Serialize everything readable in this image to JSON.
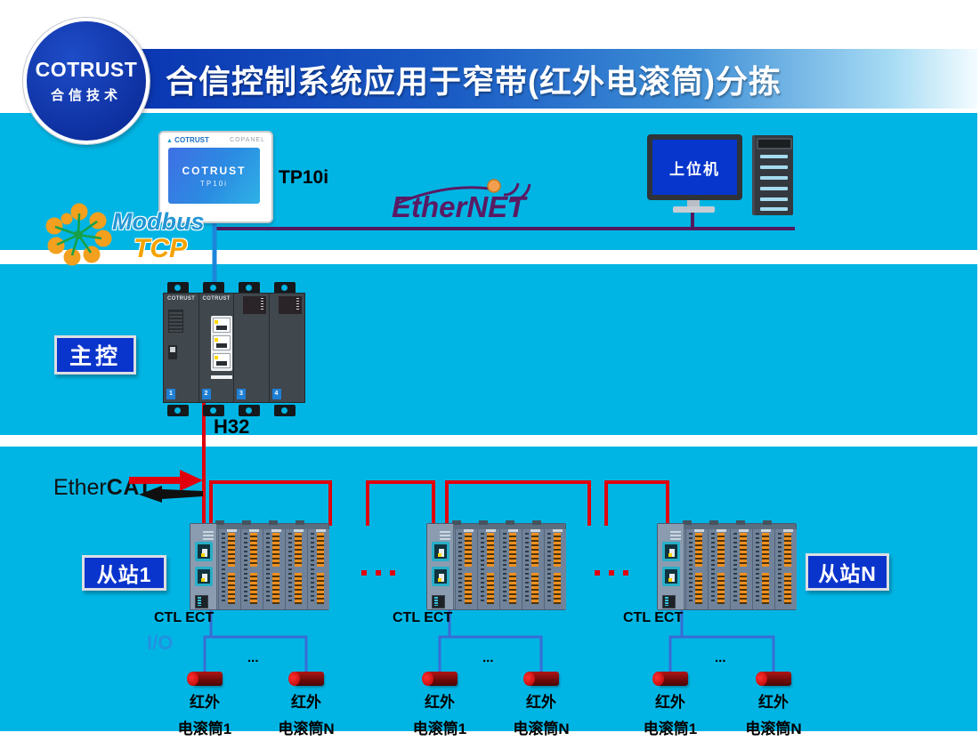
{
  "logo": {
    "brand": "COTRUST",
    "sub": "合信技术"
  },
  "banner": {
    "title": "合信控制系统应用于窄带(红外电滚筒)分拣"
  },
  "top_section": {
    "hmi": {
      "bezel_brand": "COTRUST",
      "bezel_mark": "▲",
      "bezel_right": "COPANEL",
      "screen_brand": "COTRUST",
      "screen_model": "TP10i",
      "label": "TP10i"
    },
    "ethernet_label": "EtherNET",
    "modbus": {
      "line1": "Modbus",
      "line2": "TCP"
    },
    "host_pc": {
      "label": "上位机"
    }
  },
  "master_section": {
    "master_label": "主控",
    "plc_brand": "COTRUST",
    "plc_model": "H32",
    "plc_tags": [
      "1",
      "2",
      "3",
      "4"
    ]
  },
  "field_section": {
    "ethercat_part1": "Ether",
    "ethercat_part2": "CAT.",
    "io_label": "I/O",
    "roller_ellipsis": "...",
    "stations": [
      {
        "name": "从站1",
        "ctl": "CTL ECT",
        "rollers": [
          {
            "line1": "红外",
            "line2": "电滚筒1"
          },
          {
            "line1": "红外",
            "line2": "电滚筒N"
          }
        ]
      },
      {
        "ctl": "CTL ECT",
        "rollers": [
          {
            "line1": "红外",
            "line2": "电滚筒1"
          },
          {
            "line1": "红外",
            "line2": "电滚筒N"
          }
        ]
      },
      {
        "name": "从站N",
        "ctl": "CTL ECT",
        "rollers": [
          {
            "line1": "红外",
            "line2": "电滚筒1"
          },
          {
            "line1": "红外",
            "line2": "电滚筒N"
          }
        ]
      }
    ]
  },
  "colors": {
    "cyan_band": "#00b5e4",
    "banner_blue": "#0a36b2",
    "label_blue": "#0a35cc",
    "wire_red": "#e0000c",
    "wire_blue": "#1b86da",
    "wire_purple": "#521a5c",
    "tee_blue": "#3a6cd4",
    "modbus_blue": "#2496d4",
    "modbus_orange": "#f5a300",
    "ethernet_purple": "#5a1a63",
    "roller_red": "#c60c0c"
  }
}
